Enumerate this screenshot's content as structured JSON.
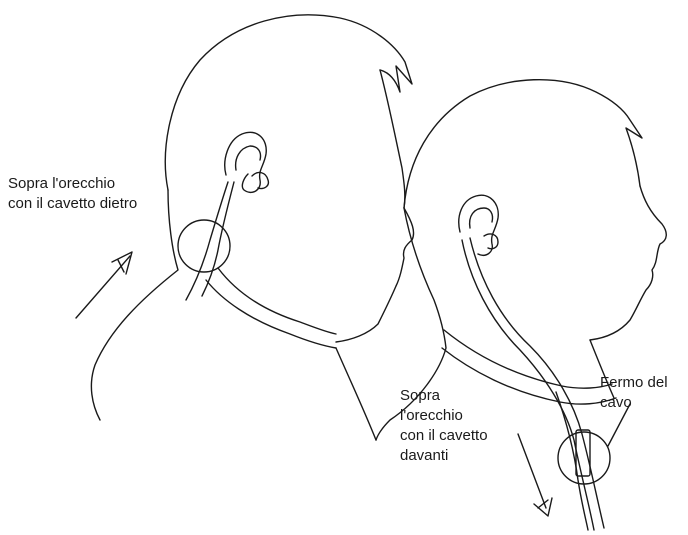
{
  "labels": {
    "over_ear_behind": [
      "Sopra l'orecchio",
      "con il cavetto dietro"
    ],
    "over_ear_front": [
      "Sopra",
      "l'orecchio",
      "con il cavetto",
      "davanti"
    ],
    "cable_clip": [
      "Fermo del",
      "cavo"
    ]
  },
  "colors": {
    "line": "#1a1a1a",
    "background": "#ffffff"
  }
}
